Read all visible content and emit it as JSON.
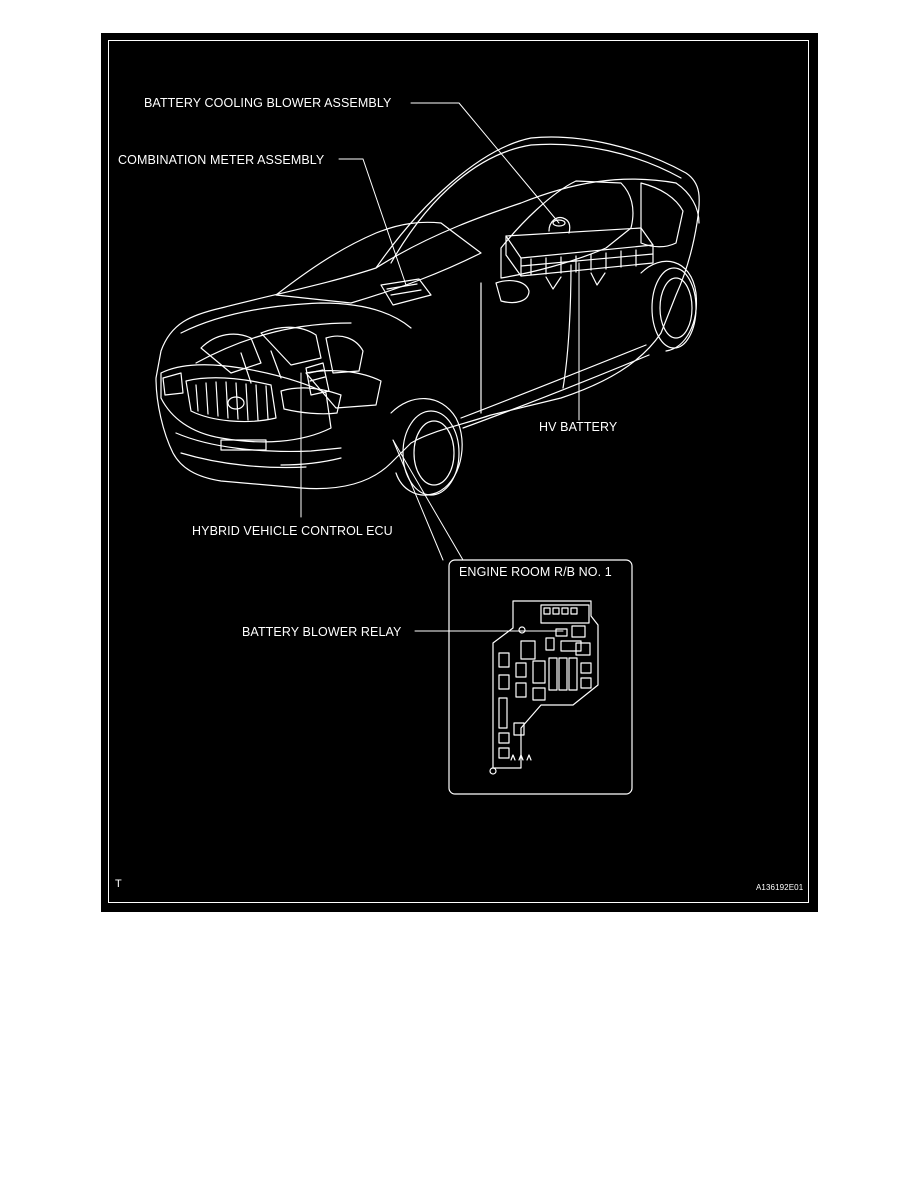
{
  "labels": {
    "battery_cooling_blower": "BATTERY COOLING BLOWER ASSEMBLY",
    "combination_meter": "COMBINATION METER ASSEMBLY",
    "hv_battery": "HV BATTERY",
    "hybrid_ecu": "HYBRID VEHICLE CONTROL ECU",
    "engine_room_rb": "ENGINE ROOM R/B NO. 1",
    "battery_blower_relay": "BATTERY BLOWER RELAY"
  },
  "corner_mark": "T",
  "figure_code": "A136192E01",
  "colors": {
    "background": "#000000",
    "line": "#ffffff",
    "page": "#ffffff"
  }
}
